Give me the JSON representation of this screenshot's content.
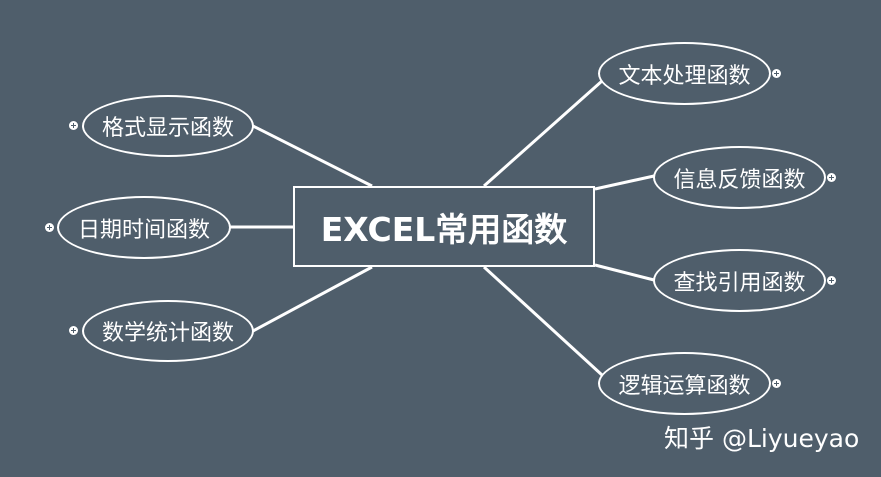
{
  "central": {
    "label": "EXCEL常用函数"
  },
  "branches": {
    "left": [
      {
        "label": "格式显示函数"
      },
      {
        "label": "日期时间函数"
      },
      {
        "label": "数学统计函数"
      }
    ],
    "right": [
      {
        "label": "文本处理函数"
      },
      {
        "label": "信息反馈函数"
      },
      {
        "label": "查找引用函数"
      },
      {
        "label": "逻辑运算函数"
      }
    ]
  },
  "watermark": "知乎 @Liyueyao",
  "colors": {
    "background": "#4f5e6b",
    "stroke": "#ffffff",
    "text": "#ffffff"
  }
}
